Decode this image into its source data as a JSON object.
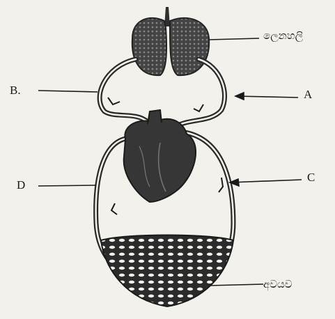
{
  "labels": {
    "lungs": "ලෙනහලි",
    "tissues": "අවයව",
    "a": "A",
    "b": "B.",
    "c": "C",
    "d": "D"
  },
  "colors": {
    "ink": "#1a1a1a",
    "organ_fill": "#3d3d3d",
    "paper": "#f2f1ec"
  }
}
